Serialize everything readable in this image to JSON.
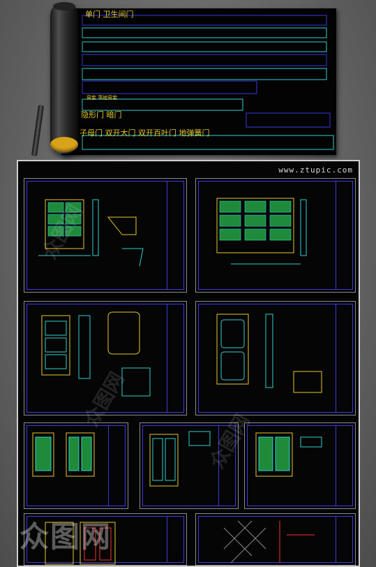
{
  "poster": {
    "categories": [
      "单门 卫生间门",
      "窗套 落地窗套",
      "隐形门 暗门",
      "子母门 双开大门 双开百叶门 地弹簧门"
    ]
  },
  "sheet": {
    "site_url": "www.ztupic.com"
  },
  "watermark": {
    "logo_text": "众图网"
  },
  "colors": {
    "accent_yellow": "#e5c82a",
    "cad_cyan": "#2fd0d0",
    "cad_blue": "#3a3adf",
    "door_green": "#1f8a3a"
  }
}
